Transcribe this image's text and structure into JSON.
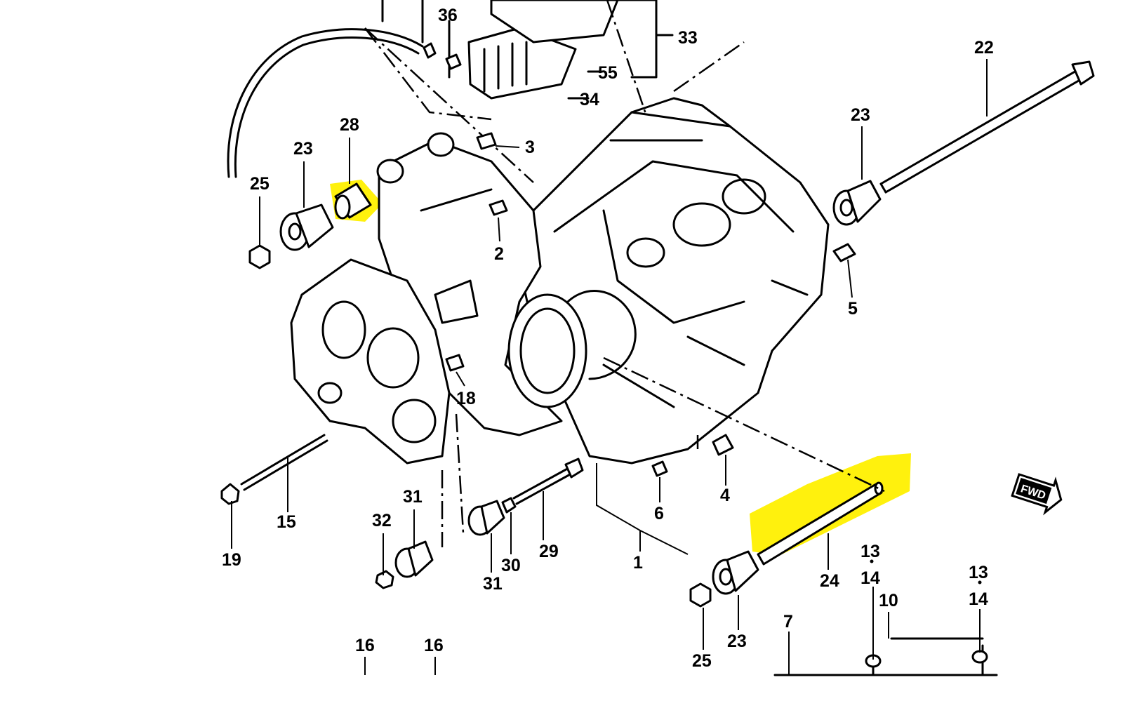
{
  "diagram": {
    "callouts": [
      {
        "id": "c36",
        "text": "36"
      },
      {
        "id": "c33",
        "text": "33"
      },
      {
        "id": "c55",
        "text": "55"
      },
      {
        "id": "c34",
        "text": "34"
      },
      {
        "id": "c3",
        "text": "3"
      },
      {
        "id": "c22",
        "text": "22"
      },
      {
        "id": "c23a",
        "text": "23"
      },
      {
        "id": "c28",
        "text": "28"
      },
      {
        "id": "c23b",
        "text": "23"
      },
      {
        "id": "c25a",
        "text": "25"
      },
      {
        "id": "c2",
        "text": "2"
      },
      {
        "id": "c5",
        "text": "5"
      },
      {
        "id": "c18",
        "text": "18"
      },
      {
        "id": "c4",
        "text": "4"
      },
      {
        "id": "c6",
        "text": "6"
      },
      {
        "id": "c15",
        "text": "15"
      },
      {
        "id": "c19",
        "text": "19"
      },
      {
        "id": "c31a",
        "text": "31"
      },
      {
        "id": "c32",
        "text": "32"
      },
      {
        "id": "c31b",
        "text": "31"
      },
      {
        "id": "c30",
        "text": "30"
      },
      {
        "id": "c29",
        "text": "29"
      },
      {
        "id": "c1",
        "text": "1"
      },
      {
        "id": "c24",
        "text": "24"
      },
      {
        "id": "c13a",
        "text": "13"
      },
      {
        "id": "c14a",
        "text": "14"
      },
      {
        "id": "c13b",
        "text": "13"
      },
      {
        "id": "c14b",
        "text": "14"
      },
      {
        "id": "c10",
        "text": "10"
      },
      {
        "id": "c7",
        "text": "7"
      },
      {
        "id": "c23c",
        "text": "23"
      },
      {
        "id": "c25b",
        "text": "25"
      },
      {
        "id": "c16a",
        "text": "16"
      },
      {
        "id": "c16b",
        "text": "16"
      }
    ],
    "badge": {
      "text": "FWD"
    },
    "highlight_color": "#fff000"
  }
}
